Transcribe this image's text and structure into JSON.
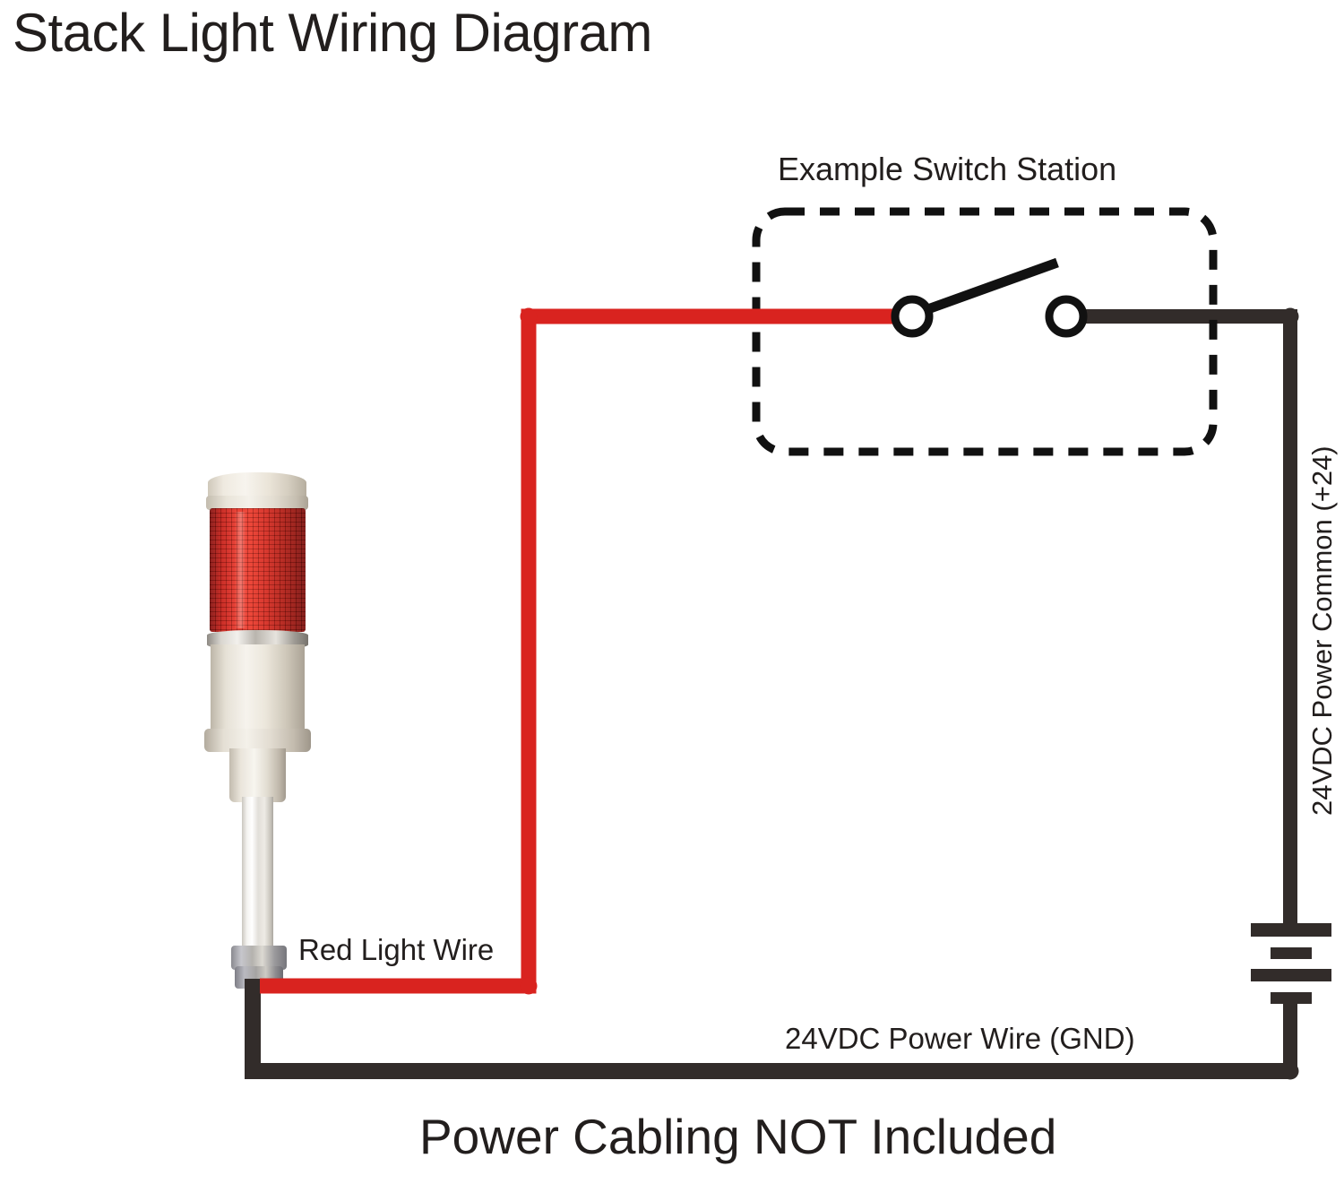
{
  "title": "Stack Light Wiring Diagram",
  "footer": "Power Cabling NOT Included",
  "labels": {
    "switch_station": "Example Switch Station",
    "red_light_wire": "Red Light Wire",
    "power_wire_gnd": "24VDC Power Wire (GND)",
    "power_common": "24VDC Power Common (+24)"
  },
  "colors": {
    "red_wire": "#d9231f",
    "black_wire": "#322c2a",
    "outline": "#111111",
    "text": "#221e1d",
    "background": "#ffffff",
    "lamp_red": "#d42a1f",
    "lamp_body": "#ece7dc"
  },
  "components": {
    "stack_light": {
      "name": "Red Stack Light",
      "lens_color": "red",
      "tiers": 1
    },
    "switch": {
      "name": "Example Switch Station",
      "type": "SPST toggle switch",
      "state": "open",
      "terminals": 2,
      "enclosure": "dashed rounded rectangle"
    },
    "power_supply": {
      "name": "24VDC Power Supply",
      "symbol": "battery",
      "voltage": "24VDC",
      "plates": 4
    }
  },
  "wires": [
    {
      "name": "red-light-wire",
      "label": "Red Light Wire",
      "color": "#d9231f",
      "from": "stack light",
      "to": "switch terminal 1"
    },
    {
      "name": "power-common-wire",
      "label": "24VDC Power Common (+24)",
      "color": "#322c2a",
      "from": "switch terminal 2",
      "to": "power supply positive"
    },
    {
      "name": "power-ground-wire",
      "label": "24VDC Power Wire (GND)",
      "color": "#322c2a",
      "from": "stack light",
      "to": "power supply negative"
    }
  ],
  "icons": {
    "switch": "switch-open-icon",
    "battery": "battery-icon",
    "junction": "junction-dot-icon",
    "terminal": "terminal-circle-icon"
  }
}
